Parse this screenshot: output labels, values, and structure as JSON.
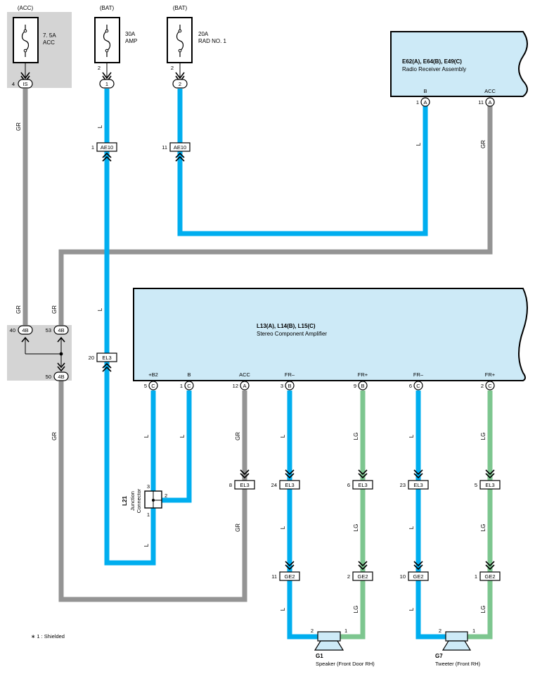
{
  "colors": {
    "blue_wire": "#00AEEF",
    "green_wire": "#7DC68F",
    "gray_wire": "#949494",
    "component_fill": "#CDEAF7",
    "junction_block_fill": "#D4D4D4"
  },
  "fuses": {
    "acc": {
      "source": "(ACC)",
      "rating": "7. 5A",
      "name": "ACC",
      "pin": "4",
      "conn": "IS"
    },
    "amp": {
      "source": "(BAT)",
      "rating": "30A",
      "name": "AMP",
      "pin_top": "2",
      "conn": "1"
    },
    "rad": {
      "source": "(BAT)",
      "rating": "20A",
      "name": "RAD NO. 1",
      "pin_top": "2",
      "conn": "2"
    }
  },
  "radio_receiver": {
    "id": "E62(A), E64(B), E49(C)",
    "name": "Radio Receiver Assembly",
    "pins": [
      {
        "num": "1",
        "conn": "A",
        "label": "B"
      },
      {
        "num": "11",
        "conn": "A",
        "label": "ACC"
      }
    ]
  },
  "amplifier": {
    "id": "L13(A), L14(B), L15(C)",
    "name": "Stereo Component Amplifier",
    "pins": [
      {
        "num": "5",
        "conn": "C",
        "label": "+B2"
      },
      {
        "num": "1",
        "conn": "C",
        "label": "B"
      },
      {
        "num": "12",
        "conn": "A",
        "label": "ACC"
      },
      {
        "num": "3",
        "conn": "B",
        "label": "FR–"
      },
      {
        "num": "9",
        "conn": "B",
        "label": "FR+"
      },
      {
        "num": "6",
        "conn": "C",
        "label": "FR–"
      },
      {
        "num": "2",
        "conn": "C",
        "label": "FR+"
      }
    ]
  },
  "junction_block_4b": {
    "pins": [
      {
        "num": "40",
        "conn": "4B"
      },
      {
        "num": "53",
        "conn": "4B"
      },
      {
        "num": "50",
        "conn": "4B"
      }
    ]
  },
  "connectors": {
    "ae10_amp": {
      "num": "1",
      "name": "AE10"
    },
    "ae10_rad": {
      "num": "11",
      "name": "AE10"
    },
    "el3_20": {
      "num": "20",
      "name": "EL3"
    },
    "el3_8": {
      "num": "8",
      "name": "EL3"
    },
    "el3_24": {
      "num": "24",
      "name": "EL3"
    },
    "el3_6": {
      "num": "6",
      "name": "EL3"
    },
    "el3_23": {
      "num": "23",
      "name": "EL3"
    },
    "el3_5": {
      "num": "5",
      "name": "EL3"
    },
    "ge2_11": {
      "num": "11",
      "name": "GE2"
    },
    "ge2_2": {
      "num": "2",
      "name": "GE2"
    },
    "ge2_10": {
      "num": "10",
      "name": "GE2"
    },
    "ge2_1": {
      "num": "1",
      "name": "GE2"
    }
  },
  "junction_connector": {
    "id": "L21",
    "name_line1": "Junction",
    "name_line2": "Connector",
    "pins": {
      "in": "3",
      "side": "2",
      "out": "1"
    }
  },
  "speaker": {
    "id": "G1",
    "name": "Speaker (Front Door RH)",
    "pin_left": "2",
    "pin_right": "1"
  },
  "tweeter": {
    "id": "G7",
    "name": "Tweeter (Front RH)",
    "pin_left": "2",
    "pin_right": "1"
  },
  "wire_labels": {
    "gray": "GR",
    "blue": "L",
    "green": "LG"
  },
  "footnote": "∗ 1 : Shielded"
}
